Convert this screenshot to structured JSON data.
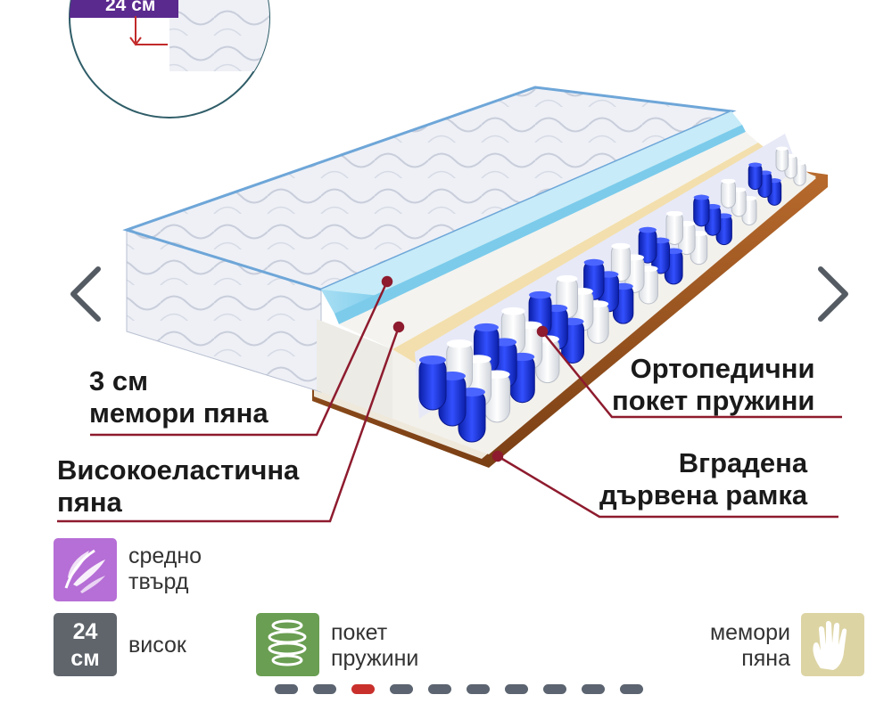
{
  "thumbnail": {
    "height_label": "24 см"
  },
  "carousel": {
    "prev_icon": "chevron-left-icon",
    "next_icon": "chevron-right-icon",
    "slide_count": 10,
    "active_index": 2
  },
  "callouts": {
    "memory_foam": {
      "line1": "3 см",
      "line2": "мемори пяна"
    },
    "high_elastic": {
      "line1": "Високоеластична",
      "line2": "пяна"
    },
    "springs": {
      "line1": "Ортопедични",
      "line2": "покет пружини"
    },
    "frame": {
      "line1": "Вградена",
      "line2": "дървена рамка"
    }
  },
  "features": {
    "firmness": {
      "icon": "feather-icon",
      "line1": "средно",
      "line2": "твърд",
      "color": "#b66fd6"
    },
    "height": {
      "badge_line1": "24",
      "badge_line2": "см",
      "label": "висок",
      "color": "#5f656b"
    },
    "springs": {
      "icon": "spring-icon",
      "line1": "покет",
      "line2": "пружини",
      "color": "#6a9e52"
    },
    "memory": {
      "icon": "hand-icon",
      "line1": "мемори",
      "line2": "пяна",
      "color": "#ddd4a4"
    }
  },
  "colors": {
    "accent_line": "#8e1b2e",
    "active_dot": "#c9302c",
    "inactive_dot": "#5b6470",
    "memory_foam": "#8fd3ee",
    "pocket_spring": "#1a2fd1"
  }
}
